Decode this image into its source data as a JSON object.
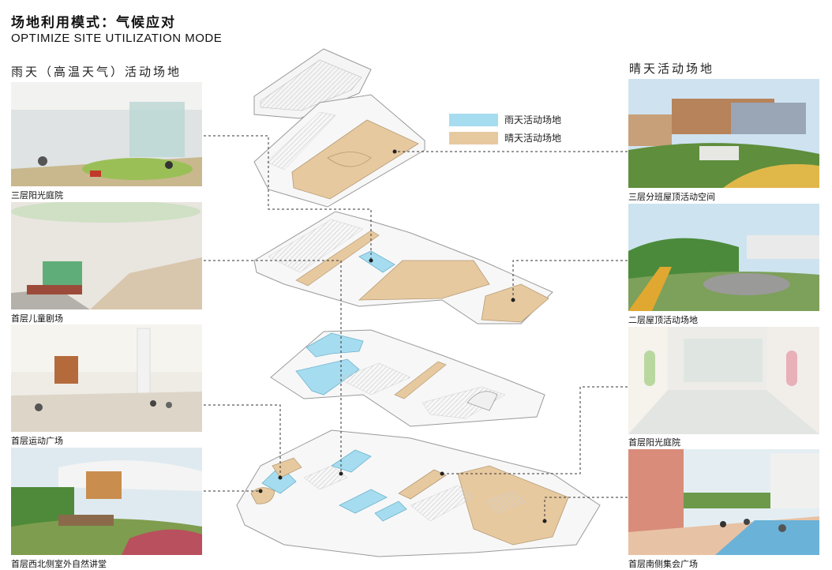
{
  "header": {
    "title_cn": "场地利用模式：气候应对",
    "title_en": "OPTIMIZE SITE UTILIZATION MODE"
  },
  "left_section": {
    "title": "雨天（高温天气）活动场地",
    "photos": [
      {
        "caption": "三层阳光庭院"
      },
      {
        "caption": "首层儿童剧场"
      },
      {
        "caption": "首层运动广场"
      },
      {
        "caption": "首层西北侧室外自然讲堂"
      }
    ]
  },
  "right_section": {
    "title": "晴天活动场地",
    "photos": [
      {
        "caption": "三层分班屋顶活动空间"
      },
      {
        "caption": "二层屋顶活动场地"
      },
      {
        "caption": "首层阳光庭院"
      },
      {
        "caption": "首层南侧集会广场"
      }
    ]
  },
  "legend": {
    "items": [
      {
        "label": "雨天活动场地",
        "color": "#a6dcef"
      },
      {
        "label": "晴天活动场地",
        "color": "#e7c9a0"
      }
    ]
  },
  "colors": {
    "rain": "#a6dcef",
    "sun": "#e7c9a0",
    "building": "#f7f7f7",
    "line": "#777777"
  }
}
